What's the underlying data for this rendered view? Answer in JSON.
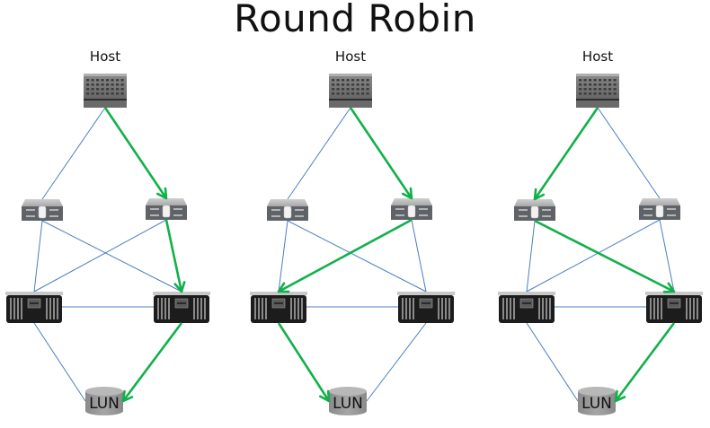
{
  "title": "Round Robin",
  "colors": {
    "idle_link": "#4a7fc1",
    "active_path": "#11b04a",
    "device_gray": "#8c8c8c",
    "device_dark": "#1a1a1a"
  },
  "node_labels": {
    "host": "Host",
    "lun": "LUN"
  },
  "node_types": {
    "host": "server-icon",
    "switch_left": "switch-icon",
    "switch_right": "switch-icon",
    "array_left": "storage-array-icon",
    "array_right": "storage-array-icon",
    "lun": "disk-cylinder-icon"
  },
  "panels": [
    {
      "name": "path-1",
      "host_label": "Host",
      "lun_label": "LUN",
      "active_path": [
        "host",
        "switch_right",
        "array_right",
        "lun"
      ]
    },
    {
      "name": "path-2",
      "host_label": "Host",
      "lun_label": "LUN",
      "active_path": [
        "host",
        "switch_right",
        "array_left",
        "lun"
      ]
    },
    {
      "name": "path-3",
      "host_label": "Host",
      "lun_label": "LUN",
      "active_path": [
        "host",
        "switch_left",
        "array_right",
        "lun"
      ]
    }
  ],
  "links": [
    [
      "host",
      "switch_left"
    ],
    [
      "host",
      "switch_right"
    ],
    [
      "switch_left",
      "array_left"
    ],
    [
      "switch_left",
      "array_right"
    ],
    [
      "switch_right",
      "array_left"
    ],
    [
      "switch_right",
      "array_right"
    ],
    [
      "array_left",
      "array_right"
    ],
    [
      "array_left",
      "lun"
    ],
    [
      "array_right",
      "lun"
    ]
  ]
}
